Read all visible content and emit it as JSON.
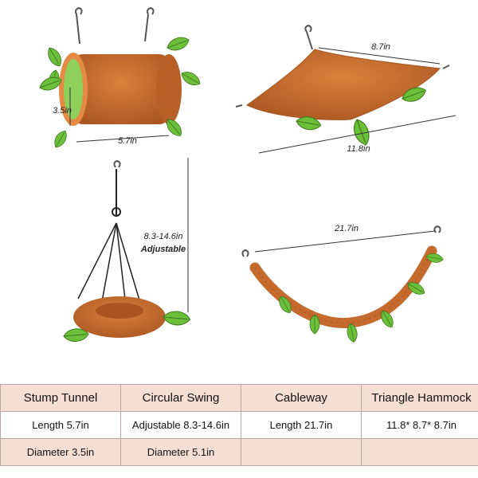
{
  "labels": {
    "tunnel_length": "5.7in",
    "tunnel_diameter": "3.5in",
    "hammock_top": "8.7in",
    "hammock_bottom": "11.8in",
    "swing_height": "8.3-14.6in",
    "swing_adjustable": "Adjustable",
    "cableway_length": "21.7in"
  },
  "table": {
    "headers": [
      "Stump Tunnel",
      "Circular Swing",
      "Cableway",
      "Triangle Hammock"
    ],
    "rows": [
      [
        "Length 5.7in",
        "Adjustable 8.3-14.6in",
        "Length 21.7in",
        "11.8* 8.7* 8.7in"
      ],
      [
        "Diameter 3.5in",
        "Diameter 5.1in",
        "",
        ""
      ]
    ]
  },
  "colors": {
    "fabric": "#c46a2c",
    "leaf": "#6bbf3a",
    "table_header_bg": "#f7ded5"
  }
}
